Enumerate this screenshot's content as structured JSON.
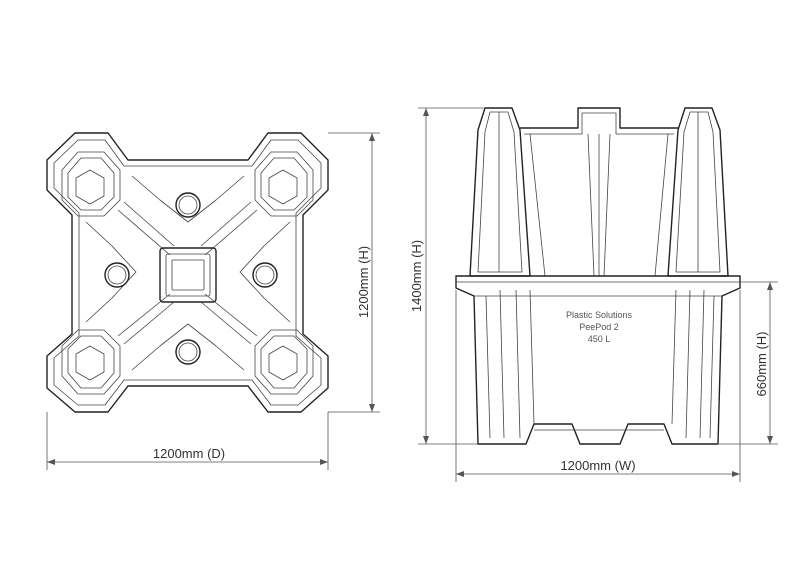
{
  "top_view": {
    "height_dimension": "1200mm (H)",
    "depth_dimension": "1200mm (D)"
  },
  "side_view": {
    "total_height_dimension": "1400mm (H)",
    "lower_height_dimension": "660mm (H)",
    "width_dimension": "1200mm (W)",
    "label_line1": "Plastic Solutions",
    "label_line2": "PeePod 2",
    "label_line3": "450 L"
  }
}
